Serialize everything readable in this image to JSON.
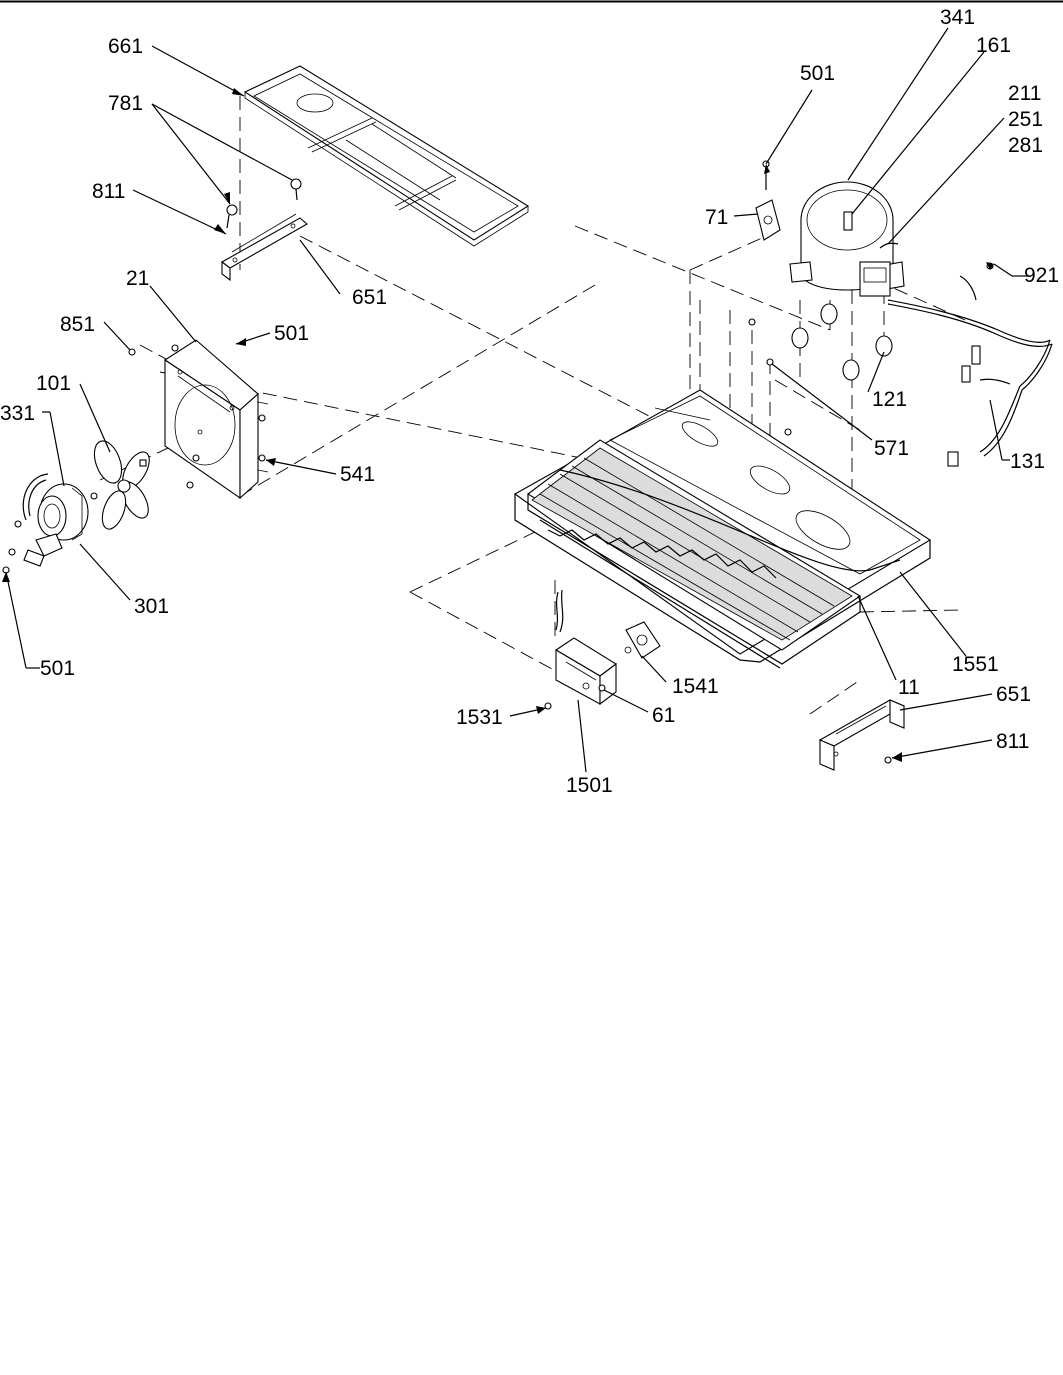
{
  "labels": {
    "p661": "661",
    "p781": "781",
    "p811a": "811",
    "p651a": "651",
    "p21": "21",
    "p851": "851",
    "p501b": "501",
    "p101": "101",
    "p331": "331",
    "p541": "541",
    "p301": "301",
    "p501c": "501",
    "p341": "341",
    "p161": "161",
    "p501a": "501",
    "p211": "211",
    "p251": "251",
    "p281": "281",
    "p71": "71",
    "p921": "921",
    "p121": "121",
    "p571": "571",
    "p131": "131",
    "p1551": "1551",
    "p11": "11",
    "p1541": "1541",
    "p61": "61",
    "p1531": "1531",
    "p1501": "1501",
    "p651b": "651",
    "p811b": "811"
  }
}
